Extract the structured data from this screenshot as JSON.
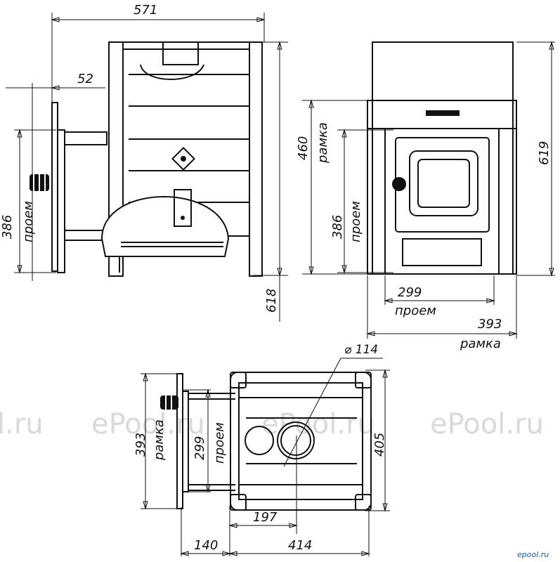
{
  "watermark": [
    "l.ru",
    "ePool.ru",
    "ePool.ru",
    "ePool.ru"
  ],
  "logo": "epool.ru",
  "dimensions": {
    "side_width": "571",
    "side_offset": "52",
    "side_opening_h": "386",
    "side_opening_label": "проем",
    "side_total_h": "618",
    "front_frame_h": "460",
    "front_frame_label": "рамка",
    "front_total_h": "619",
    "front_opening_h": "386",
    "front_opening_label": "проем",
    "front_opening_w": "299",
    "front_opening_w_label": "проем",
    "front_frame_w": "393",
    "front_frame_w_label": "рамка",
    "top_flue_d": "⌀ 114",
    "top_frame": "393",
    "top_frame_label": "рамка",
    "top_opening": "299",
    "top_opening_label": "проем",
    "top_depth": "405",
    "top_flue_offset": "197",
    "top_front": "140",
    "top_body": "414"
  }
}
